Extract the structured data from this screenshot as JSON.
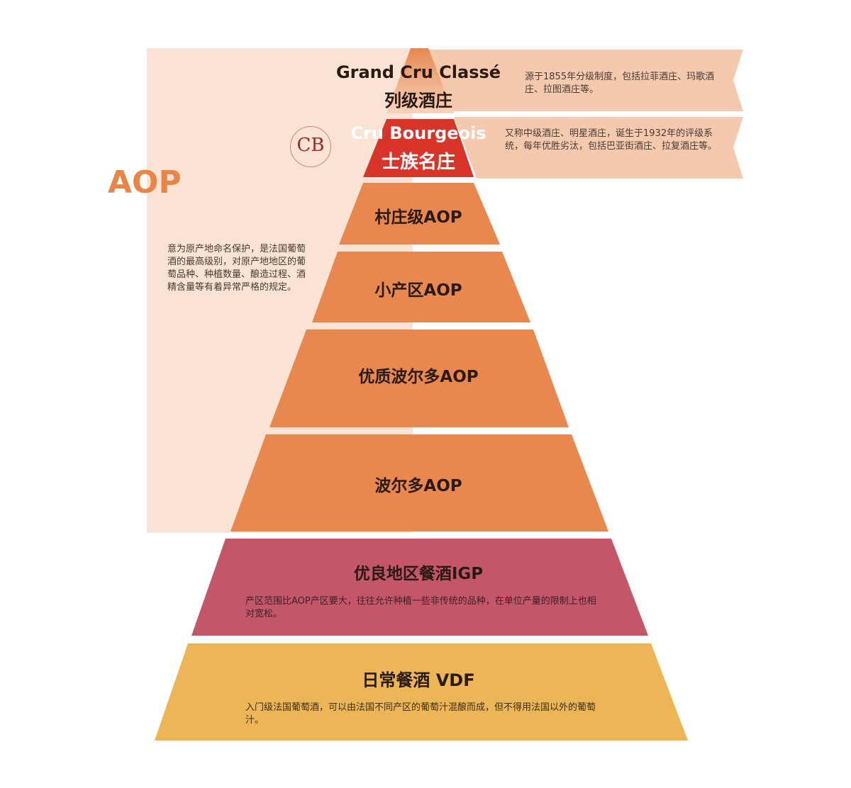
{
  "colors": {
    "panel": "#fbe3d3",
    "ribbon": "#f5c9ad",
    "orange": "#e8884e",
    "red": "#d9342a",
    "igp": "#c4566a",
    "vdf": "#ecb656",
    "aop_label": "#e8864a"
  },
  "aop": {
    "label": "AOP",
    "description": "意为原产地命名保护，是法国葡萄酒的最高级别，对原产地地区的葡萄品种、种植数量、酿造过程、酒精含量等有着异常严格的规定。"
  },
  "tiers": [
    {
      "title_en": "Grand Cru Classé",
      "title_cn": "列级酒庄",
      "description": "源于1855年分级制度，包括拉菲酒庄、玛歌酒庄、拉图酒庄等。"
    },
    {
      "title_en": "Cru Bourgeois",
      "title_cn": "士族名庄",
      "description": "又称中级酒庄、明星酒庄，诞生于1932年的评级系统，每年优胜劣汰，包括巴亚街酒庄、拉复酒庄等。",
      "logo": "CB"
    },
    {
      "title": "村庄级AOP"
    },
    {
      "title": "小产区AOP"
    },
    {
      "title": "优质波尔多AOP"
    },
    {
      "title": "波尔多AOP"
    },
    {
      "title": "优良地区餐酒IGP",
      "description": "产区范围比AOP产区要大，往往允许种植一些非传统的品种，在单位产量的限制上也相对宽松。"
    },
    {
      "title": "日常餐酒 VDF",
      "description": "入门级法国葡萄酒，可以由法国不同产区的葡萄汁混酿而成，但不得用法国以外的葡萄汁。"
    }
  ]
}
